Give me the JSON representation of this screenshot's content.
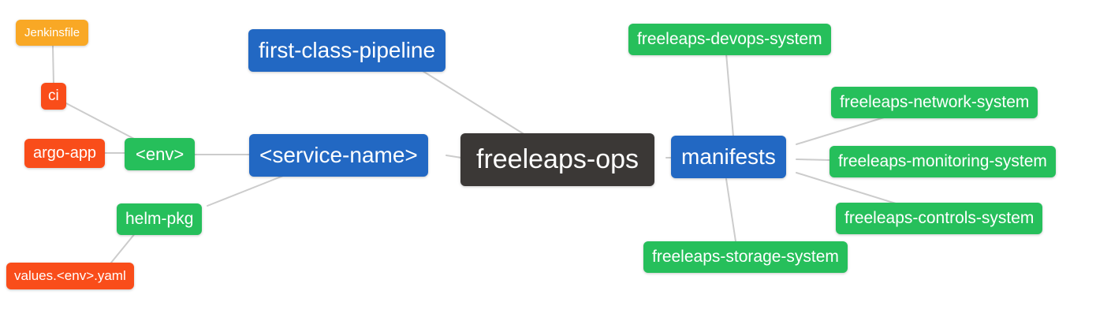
{
  "diagram": {
    "kind": "mindmap",
    "root_label": "freeleaps-ops"
  },
  "palette": {
    "root_bg": "#3b3836",
    "branch_blue": "#2268c3",
    "leaf_green": "#26bf5b",
    "leaf_red": "#f94d1a",
    "leaf_amber": "#f9a825",
    "edge_gray": "#cccccc",
    "node_text": "#ffffff",
    "canvas_bg": "#ffffff"
  },
  "nodes": [
    {
      "id": "freeleaps-ops",
      "label": "freeleaps-ops",
      "color": "root_bg",
      "size": "size-xl"
    },
    {
      "id": "first-class-pipeline",
      "label": "first-class-pipeline",
      "color": "branch_blue",
      "size": "size-lg"
    },
    {
      "id": "service-name",
      "label": "<service-name>",
      "color": "branch_blue",
      "size": "size-lg"
    },
    {
      "id": "manifests",
      "label": "manifests",
      "color": "branch_blue",
      "size": "size-lg"
    },
    {
      "id": "env",
      "label": "<env>",
      "color": "leaf_green",
      "size": "size-md2"
    },
    {
      "id": "helm-pkg",
      "label": "helm-pkg",
      "color": "leaf_green",
      "size": "size-md"
    },
    {
      "id": "ci",
      "label": "ci",
      "color": "leaf_red",
      "size": "size-sm3"
    },
    {
      "id": "argo-app",
      "label": "argo-app",
      "color": "leaf_red",
      "size": "size-sm2"
    },
    {
      "id": "jenkinsfile",
      "label": "Jenkinsfile",
      "color": "leaf_amber",
      "size": "size-xs"
    },
    {
      "id": "values-env-yaml",
      "label": "values.<env>.yaml",
      "color": "leaf_red",
      "size": "size-sm"
    },
    {
      "id": "freeleaps-devops-system",
      "label": "freeleaps-devops-system",
      "color": "leaf_green",
      "size": "size-md"
    },
    {
      "id": "freeleaps-network-system",
      "label": "freeleaps-network-system",
      "color": "leaf_green",
      "size": "size-md"
    },
    {
      "id": "freeleaps-monitoring-system",
      "label": "freeleaps-monitoring-system",
      "color": "leaf_green",
      "size": "size-md"
    },
    {
      "id": "freeleaps-controls-system",
      "label": "freeleaps-controls-system",
      "color": "leaf_green",
      "size": "size-md"
    },
    {
      "id": "freeleaps-storage-system",
      "label": "freeleaps-storage-system",
      "color": "leaf_green",
      "size": "size-md"
    }
  ],
  "edges": [
    {
      "from": "jenkinsfile",
      "to": "ci"
    },
    {
      "from": "ci",
      "to": "env"
    },
    {
      "from": "argo-app",
      "to": "env"
    },
    {
      "from": "env",
      "to": "service-name"
    },
    {
      "from": "helm-pkg",
      "to": "service-name"
    },
    {
      "from": "values-env-yaml",
      "to": "helm-pkg"
    },
    {
      "from": "first-class-pipeline",
      "to": "freeleaps-ops"
    },
    {
      "from": "service-name",
      "to": "freeleaps-ops"
    },
    {
      "from": "freeleaps-ops",
      "to": "manifests"
    },
    {
      "from": "manifests",
      "to": "freeleaps-devops-system"
    },
    {
      "from": "manifests",
      "to": "freeleaps-network-system"
    },
    {
      "from": "manifests",
      "to": "freeleaps-monitoring-system"
    },
    {
      "from": "manifests",
      "to": "freeleaps-controls-system"
    },
    {
      "from": "manifests",
      "to": "freeleaps-storage-system"
    }
  ]
}
